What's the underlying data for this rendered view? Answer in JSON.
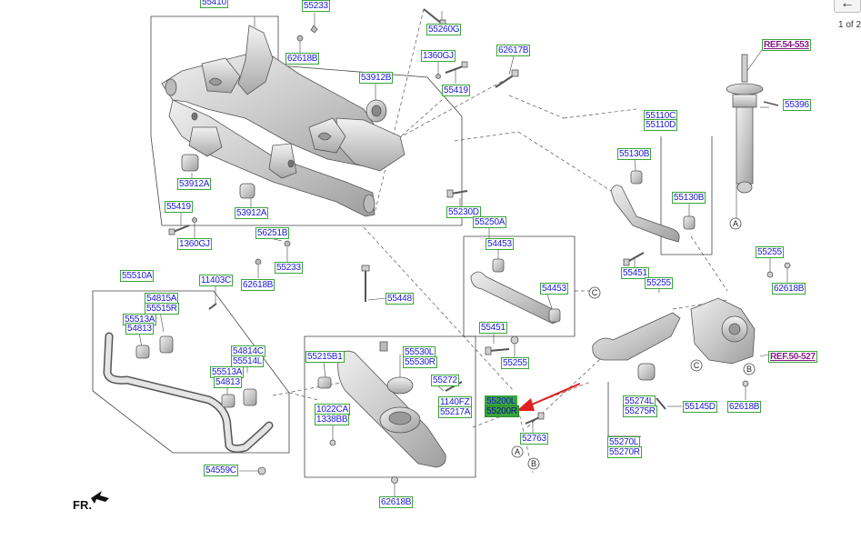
{
  "labels": {
    "l_55410": "55410",
    "l_55233_top": "55233",
    "l_55260G": "55260G",
    "l_62618B_top": "62618B",
    "l_1360GJ_top": "1360GJ",
    "l_62617B": "62617B",
    "l_53912B": "53912B",
    "l_55419_top": "55419",
    "l_53912A_left": "53912A",
    "l_53912A_mid": "53912A",
    "l_55419_left": "55419",
    "l_1360GJ_left": "1360GJ",
    "l_56251B": "56251B",
    "l_55233_mid": "55233",
    "l_62618B_mid": "62618B",
    "l_55230D": "55230D",
    "l_55250A": "55250A",
    "l_54453_top": "54453",
    "l_54453_mid": "54453",
    "l_55451_mid": "55451",
    "l_55255_mid": "55255",
    "l_55448": "55448",
    "l_55510A": "55510A",
    "l_11403C": "11403C",
    "l_54815A": "54815A",
    "l_55515R": "55515R",
    "l_55513A_top": "55513A",
    "l_54813_top": "54813",
    "l_54814C": "54814C",
    "l_55514L": "55514L",
    "l_55513A_bot": "55513A",
    "l_54813_bot": "54813",
    "l_54559C": "54559C",
    "l_55215B1": "55215B1",
    "l_55530L": "55530L",
    "l_55530R": "55530R",
    "l_55272": "55272",
    "l_1140FZ": "1140FZ",
    "l_55217A": "55217A",
    "l_1022CA": "1022CA",
    "l_1338BB": "1338BB",
    "l_55200L": "55200L",
    "l_55200R": "55200R",
    "l_52763": "52763",
    "l_62618B_bot": "62618B",
    "l_55110C": "55110C",
    "l_55110D": "55110D",
    "l_55130B_top": "55130B",
    "l_55130B_right": "55130B",
    "l_55451_right": "55451",
    "l_55255_right": "55255",
    "l_55255_far": "55255",
    "l_62618B_far": "62618B",
    "l_55274L": "55274L",
    "l_55275R": "55275R",
    "l_55145D": "55145D",
    "l_62618B_br": "62618B",
    "l_55270L": "55270L",
    "l_55270R": "55270R",
    "l_55396": "55396"
  },
  "refs": {
    "ref_54553": "REF.54-553",
    "ref_50527": "REF.50-527"
  },
  "callouts": {
    "A": "A",
    "B": "B",
    "C": "C"
  },
  "direction_label": "FR.",
  "pagination": {
    "prev_icon": "←",
    "page_info": "1 of 2"
  },
  "colors": {
    "label_text": "#1a1ad6",
    "label_border": "#3aa53a",
    "highlight_fill": "#3aa53a",
    "ref_text": "#8a1a8a",
    "pointer_arrow": "#e02020",
    "part_fill": "#d4d4d4",
    "part_stroke": "#555555"
  }
}
